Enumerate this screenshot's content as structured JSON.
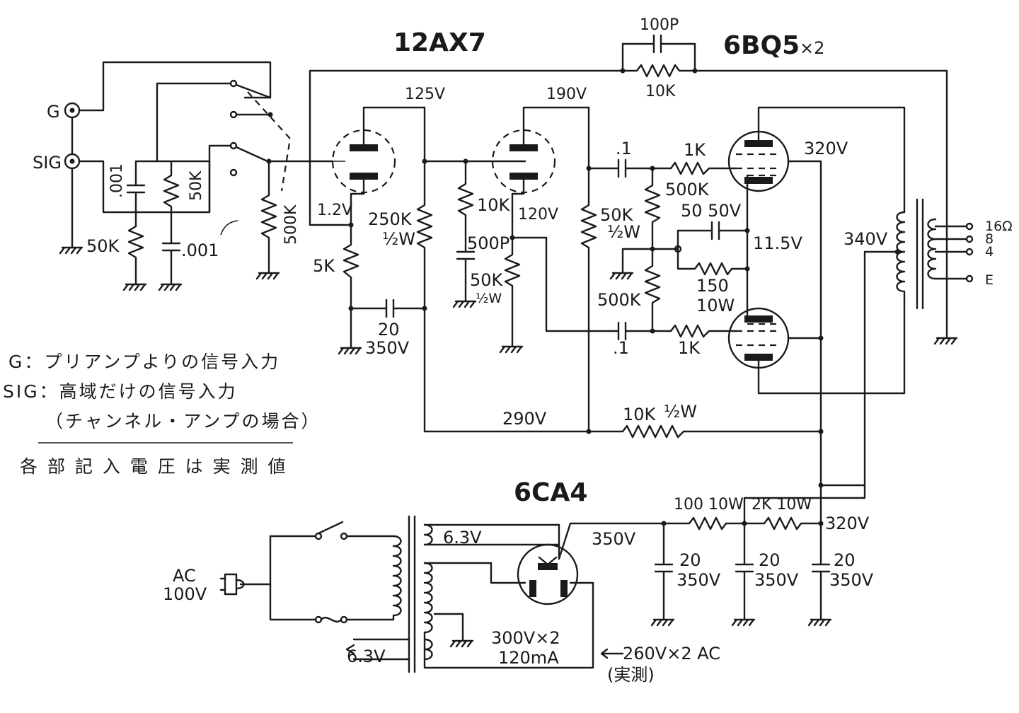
{
  "tubes": {
    "preamp": "12AX7",
    "output": "6BQ5",
    "output_qty": "×2",
    "rectifier": "6CA4"
  },
  "inputs": {
    "g_jack": "G",
    "sig_jack": "SIG"
  },
  "components": {
    "cap_fb": "100P",
    "res_fb": "10K",
    "cap_in": ".001",
    "res_in": "50K",
    "res_in_gnd": "50K",
    "cap_in_gnd": ".001",
    "res_grid": "500K",
    "res_k1": "5K",
    "res_p1": "250K",
    "res_p1_w": "½W",
    "cap_k1_val": "20",
    "cap_k1_v": "350V",
    "res_k2": "10K",
    "cap_k2": "500P",
    "res_k2b": "50K",
    "res_k2b_w": "½W",
    "res_p2": "50K",
    "res_p2_w": "½W",
    "cap_c1": ".1",
    "cap_c2": ".1",
    "res_gs1": "1K",
    "res_gs2": "1K",
    "res_gl1": "500K",
    "res_gl2": "500K",
    "cap_bypass": "50 50V",
    "res_cathode": "150",
    "res_cathode_w": "10W",
    "res_b": "10K",
    "res_b_w": "½W",
    "res_f1": "100 10W",
    "res_f2": "2K 10W",
    "cap_f1_val": "20",
    "cap_f1_v": "350V",
    "cap_f2_val": "20",
    "cap_f2_v": "350V",
    "cap_f3_val": "20",
    "cap_f3_v": "350V",
    "xfmr_heater1": "6.3V",
    "xfmr_heater2": "6.3V",
    "xfmr_hv_a": "300V×2",
    "xfmr_hv_b": "120mA",
    "ac_in_a": "AC",
    "ac_in_b": "100V"
  },
  "voltages": {
    "v1_plate": "125V",
    "v2_plate": "190V",
    "v1_cathode": "1.2V",
    "v2_cathode": "120V",
    "out_plate": "320V",
    "screen": "340V",
    "cathode": "11.5V",
    "b_mid": "290V",
    "b_plus": "320V",
    "rect_out": "350V",
    "ac_meas": "260V×2  AC",
    "ac_meas_note": "(実測)"
  },
  "output_taps": [
    "16Ω",
    "8",
    "4",
    "E"
  ],
  "notes": {
    "line1": "G：プリアンプよりの信号入力",
    "line2": "SIG：高域だけの信号入力",
    "line3": "（チャンネル・アンプの場合）",
    "line4": "各 部 記 入 電 圧 は 実 測 値"
  }
}
